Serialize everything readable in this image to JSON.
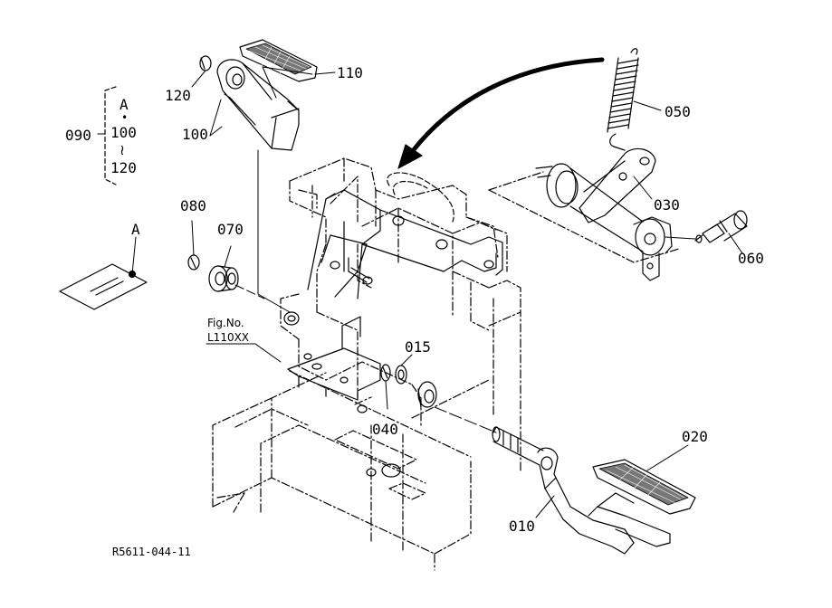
{
  "part_labels": {
    "p010": "010",
    "p015": "015",
    "p020": "020",
    "p030": "030",
    "p040": "040",
    "p050": "050",
    "p060": "060",
    "p070": "070",
    "p080": "080",
    "p090": "090",
    "p100": "100",
    "p110": "110",
    "p120": "120"
  },
  "group_bracket": {
    "letter": "A",
    "dot": "•",
    "from": "100",
    "tilde": "≀",
    "to": "120"
  },
  "callout_a": {
    "letter": "A"
  },
  "fig_reference": {
    "line1": "Fig.No.",
    "line2": "L110XX"
  },
  "drawing_code": "R5611-044-11"
}
